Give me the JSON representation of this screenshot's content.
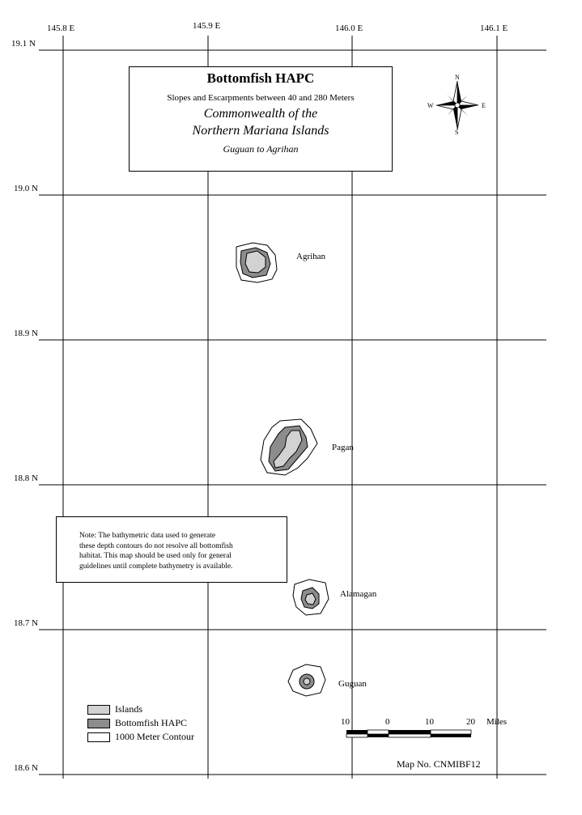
{
  "title": {
    "main": "Bottomfish HAPC",
    "subtitle": "Slopes and Escarpments between 40 and 280 Meters",
    "region_line1": "Commonwealth of the",
    "region_line2": "Northern Mariana Islands",
    "range": "Guguan to Agrihan"
  },
  "grid": {
    "longitudes": [
      "145.8 E",
      "145.9 E",
      "146.0 E",
      "146.1 E"
    ],
    "latitudes": [
      "19.1 N",
      "19.0 N",
      "18.9 N",
      "18.8 N",
      "18.7 N",
      "18.6 N"
    ]
  },
  "compass": {
    "n": "N",
    "s": "S",
    "e": "E",
    "w": "W"
  },
  "islands": [
    "Agrihan",
    "Pagan",
    "Alamagan",
    "Guguan"
  ],
  "note": {
    "lines": [
      "Note:  The  bathymetric data used to generate",
      "these depth contours do not resolve all bottomfish",
      "habitat.  This map should be used only for general",
      "guidelines until complete bathymetry is available."
    ]
  },
  "legend": [
    {
      "label": "Islands",
      "color": "#d2d2d2"
    },
    {
      "label": "Bottomfish HAPC",
      "color": "#8c8c8c"
    },
    {
      "label": "1000 Meter Contour",
      "color": "#ffffff"
    }
  ],
  "scalebar": {
    "ticks": [
      "10",
      "0",
      "10",
      "20"
    ],
    "unit": "Miles"
  },
  "map_number": "Map No. CNMIBF12"
}
